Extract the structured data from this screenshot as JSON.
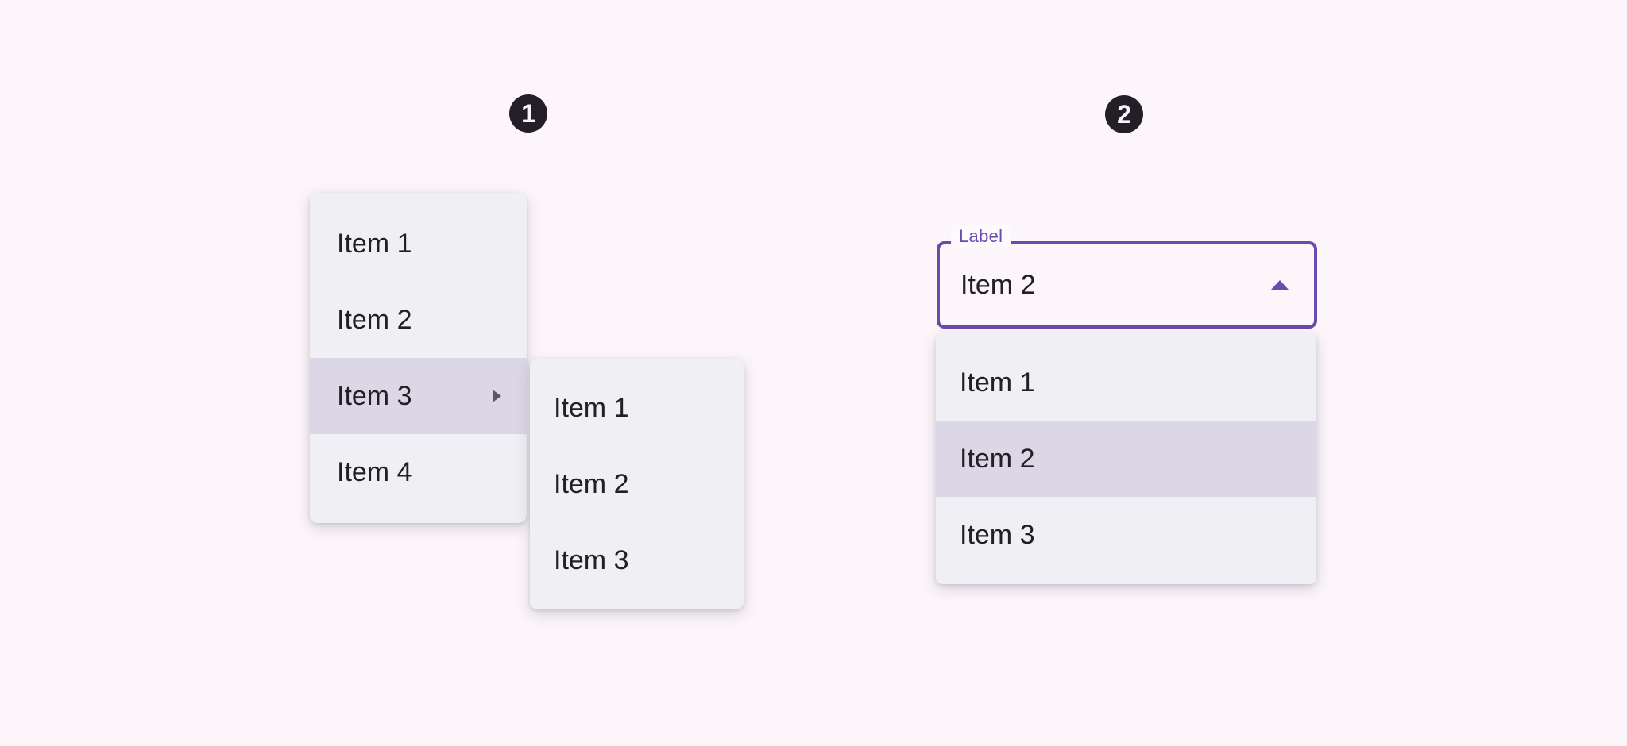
{
  "colors": {
    "page-bg": "#fcf6fb",
    "panel-bg": "#f0eff4",
    "highlight-bg": "#dcd7e6",
    "primary": "#6a4aab",
    "text": "#221f26",
    "muted-icon": "#5b5660",
    "badge-bg": "#221f26",
    "badge-text": "#f8f5fa",
    "label-backplate": "#fdfafd"
  },
  "badges": [
    {
      "number": "1"
    },
    {
      "number": "2"
    }
  ],
  "cascading_menu": {
    "items": [
      {
        "label": "Item 1",
        "highlighted": false,
        "has_submenu": false
      },
      {
        "label": "Item 2",
        "highlighted": false,
        "has_submenu": false
      },
      {
        "label": "Item 3",
        "highlighted": true,
        "has_submenu": true
      },
      {
        "label": "Item 4",
        "highlighted": false,
        "has_submenu": false
      }
    ],
    "submenu_items": [
      {
        "label": "Item 1"
      },
      {
        "label": "Item 2"
      },
      {
        "label": "Item 3"
      }
    ]
  },
  "select": {
    "label": "Label",
    "value": "Item 2",
    "state": "open",
    "options": [
      {
        "label": "Item 1",
        "selected": false
      },
      {
        "label": "Item 2",
        "selected": true
      },
      {
        "label": "Item 3",
        "selected": false
      }
    ]
  }
}
